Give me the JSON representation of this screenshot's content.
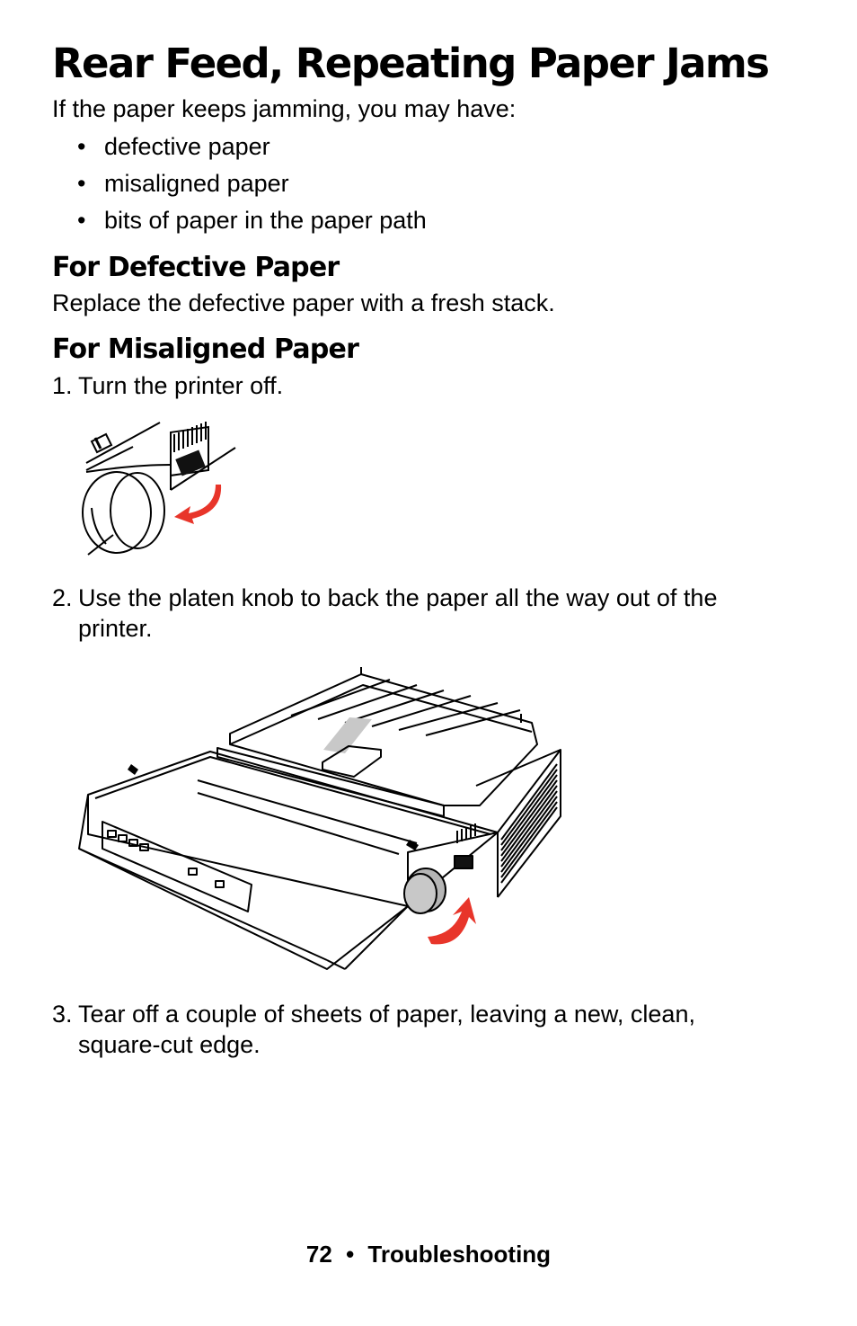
{
  "page": {
    "title": "Rear Feed, Repeating Paper Jams",
    "intro": "If the paper keeps jamming, you may have:",
    "bullets": [
      "defective paper",
      "misaligned paper",
      "bits of paper in the paper path"
    ],
    "bullet_symbol": "•",
    "defective": {
      "heading": "For Defective Paper",
      "text": "Replace the defective paper with a fresh stack."
    },
    "misaligned": {
      "heading": "For Misaligned Paper",
      "steps": [
        {
          "num": "1.",
          "lines": [
            "Turn the printer off."
          ]
        },
        {
          "num": "2.",
          "lines": [
            "Use the platen knob to back the paper all the way out of the",
            "printer."
          ]
        },
        {
          "num": "3.",
          "lines": [
            "Tear off a couple of sheets of paper, leaving a new, clean,",
            "square-cut edge."
          ]
        }
      ]
    },
    "footer": {
      "page_number": "72",
      "separator": "•",
      "section": "Troubleshooting"
    }
  },
  "colors": {
    "arrow_red": "#e8352a",
    "knob_gray": "#b5b5b5",
    "paper_gray": "#c8c8c8"
  }
}
